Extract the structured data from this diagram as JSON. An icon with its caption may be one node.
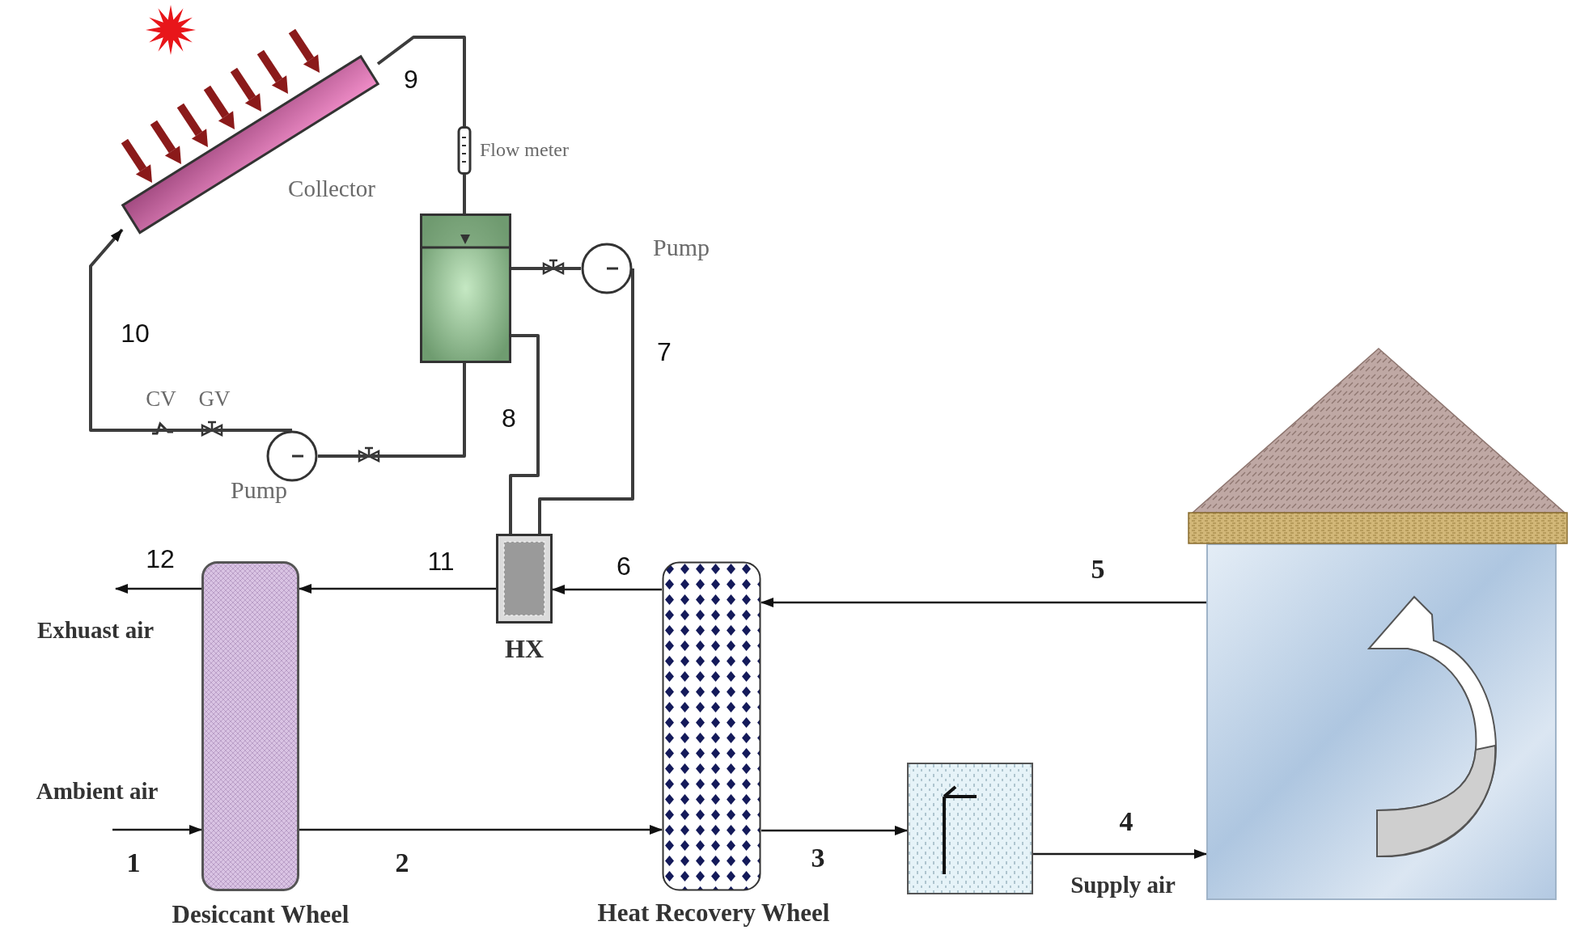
{
  "diagram": {
    "nodes": [
      {
        "text": [
          "Collector"
        ]
      },
      {
        "text": [
          "Flow meter"
        ]
      },
      {
        "text": [],
        "shape": "box"
      },
      {
        "text": [
          "Pump"
        ]
      },
      {
        "text": [
          "Pump"
        ]
      },
      {
        "text": [
          "HX"
        ]
      },
      {
        "text": [
          "Desiccant Wheel"
        ]
      },
      {
        "text": [
          "Heat Recovery Wheel"
        ]
      },
      {
        "text": [],
        "shape": "box"
      },
      {
        "text": [],
        "shape": "house"
      }
    ],
    "edges": [
      {
        "from": 0,
        "to": 1,
        "arrow": "none",
        "label": "9"
      },
      {
        "from": 1,
        "to": 2,
        "arrow": "none"
      },
      {
        "from": 2,
        "to": 4,
        "arrow": "none"
      },
      {
        "from": 4,
        "to": 0,
        "arrow": "to",
        "label": "10"
      },
      {
        "from": 2,
        "to": 3,
        "arrow": "none"
      },
      {
        "from": 3,
        "to": 5,
        "arrow": "none",
        "label": "7"
      },
      {
        "from": 2,
        "to": 5,
        "arrow": "none",
        "label": "8"
      },
      {
        "from": null,
        "to": 6,
        "arrow": "to",
        "label": "1"
      },
      {
        "from": 6,
        "to": null,
        "arrow": "to",
        "label": "12"
      },
      {
        "from": 6,
        "to": 7,
        "arrow": "to",
        "label": "2"
      },
      {
        "from": 7,
        "to": 8,
        "arrow": "to",
        "label": "3"
      },
      {
        "from": 8,
        "to": 9,
        "arrow": "to",
        "label": "4"
      },
      {
        "from": 9,
        "to": 7,
        "arrow": "to",
        "label": "5"
      },
      {
        "from": 7,
        "to": 5,
        "arrow": "to",
        "label": "6"
      },
      {
        "from": 5,
        "to": 6,
        "arrow": "to",
        "label": "11"
      }
    ],
    "labels": [
      "CV",
      "GV",
      "Exhuast air",
      "Ambient air",
      "Supply air"
    ]
  }
}
